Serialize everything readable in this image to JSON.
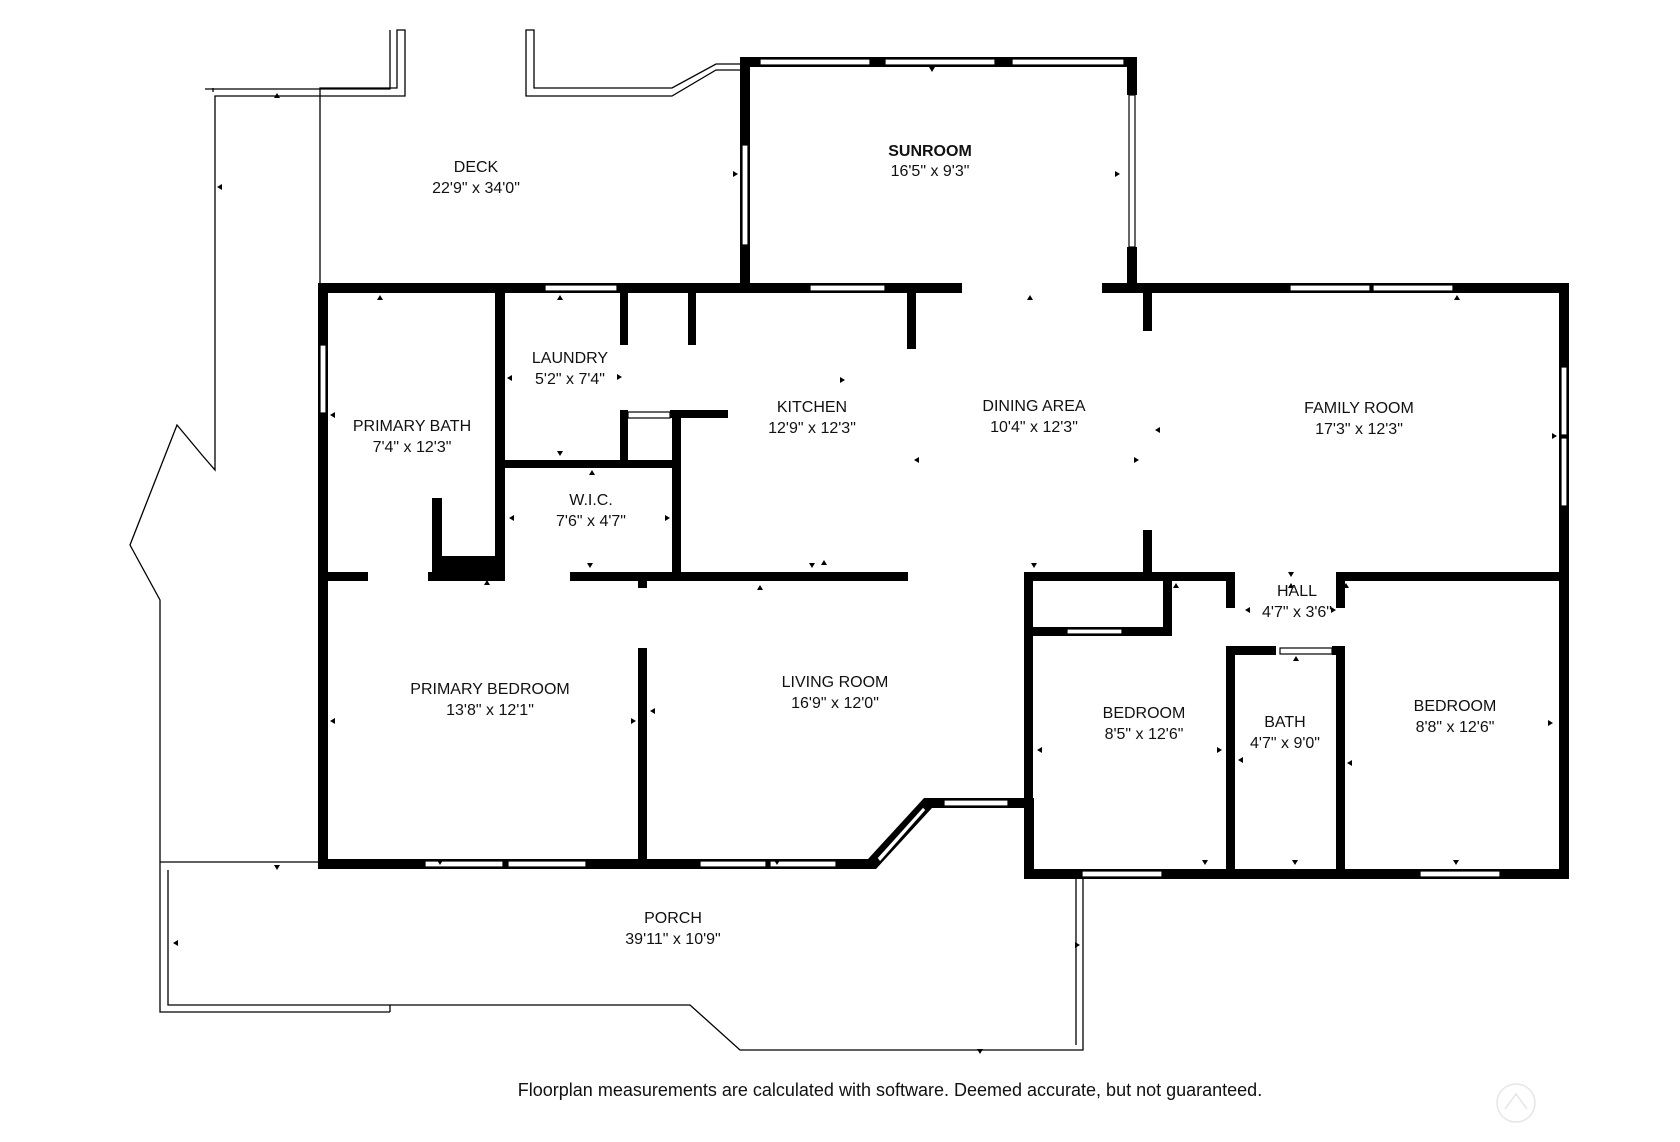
{
  "floorplan": {
    "rooms": [
      {
        "id": "deck",
        "name": "DECK",
        "dims": "22'9\" x 34'0\"",
        "bold": false
      },
      {
        "id": "sunroom",
        "name": "SUNROOM",
        "dims": "16'5\" x 9'3\"",
        "bold": true
      },
      {
        "id": "laundry",
        "name": "LAUNDRY",
        "dims": "5'2\" x 7'4\"",
        "bold": false
      },
      {
        "id": "primary-bath",
        "name": "PRIMARY BATH",
        "dims": "7'4\" x 12'3\"",
        "bold": false
      },
      {
        "id": "kitchen",
        "name": "KITCHEN",
        "dims": "12'9\" x 12'3\"",
        "bold": false
      },
      {
        "id": "dining-area",
        "name": "DINING AREA",
        "dims": "10'4\" x 12'3\"",
        "bold": false
      },
      {
        "id": "family-room",
        "name": "FAMILY ROOM",
        "dims": "17'3\" x 12'3\"",
        "bold": false
      },
      {
        "id": "wic",
        "name": "W.I.C.",
        "dims": "7'6\" x 4'7\"",
        "bold": false
      },
      {
        "id": "hall",
        "name": "HALL",
        "dims": "4'7\" x 3'6\"",
        "bold": false
      },
      {
        "id": "primary-bedroom",
        "name": "PRIMARY BEDROOM",
        "dims": "13'8\" x 12'1\"",
        "bold": false
      },
      {
        "id": "living-room",
        "name": "LIVING ROOM",
        "dims": "16'9\" x 12'0\"",
        "bold": false
      },
      {
        "id": "bedroom-1",
        "name": "BEDROOM",
        "dims": "8'5\" x 12'6\"",
        "bold": false
      },
      {
        "id": "bath",
        "name": "BATH",
        "dims": "4'7\" x 9'0\"",
        "bold": false
      },
      {
        "id": "bedroom-2",
        "name": "BEDROOM",
        "dims": "8'8\" x 12'6\"",
        "bold": false
      },
      {
        "id": "porch",
        "name": "PORCH",
        "dims": "39'11\" x 10'9\"",
        "bold": false
      }
    ],
    "disclaimer": "Floorplan measurements are calculated with software. Deemed accurate, but not guaranteed."
  }
}
